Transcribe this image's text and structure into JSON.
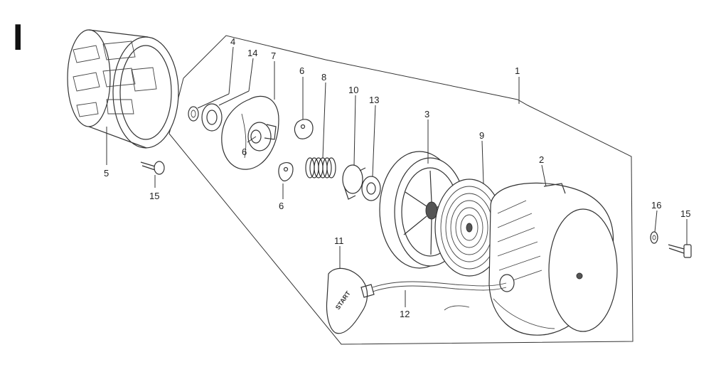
{
  "section_letter": "I",
  "callouts": [
    {
      "id": "c1",
      "text": "1"
    },
    {
      "id": "c2",
      "text": "2"
    },
    {
      "id": "c3",
      "text": "3"
    },
    {
      "id": "c4",
      "text": "4"
    },
    {
      "id": "c5",
      "text": "5"
    },
    {
      "id": "c6a",
      "text": "6"
    },
    {
      "id": "c6b",
      "text": "6"
    },
    {
      "id": "c6c",
      "text": "6"
    },
    {
      "id": "c7",
      "text": "7"
    },
    {
      "id": "c8",
      "text": "8"
    },
    {
      "id": "c9",
      "text": "9"
    },
    {
      "id": "c10",
      "text": "10"
    },
    {
      "id": "c11",
      "text": "11"
    },
    {
      "id": "c12",
      "text": "12"
    },
    {
      "id": "c13",
      "text": "13"
    },
    {
      "id": "c14",
      "text": "14"
    },
    {
      "id": "c15a",
      "text": "15"
    },
    {
      "id": "c15b",
      "text": "15"
    },
    {
      "id": "c16",
      "text": "16"
    }
  ],
  "handle_text": "START"
}
